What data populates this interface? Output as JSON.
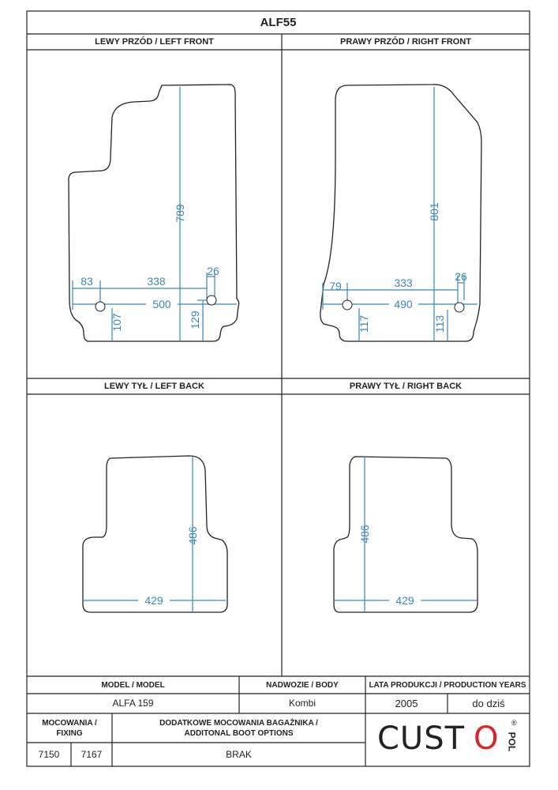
{
  "title": "ALF55",
  "sections": {
    "left_front": {
      "label": "LEWY PRZÓD / LEFT FRONT",
      "dims": {
        "length": "789",
        "width": "500",
        "hole_left_x": "83",
        "hole_span": "338",
        "hole_right_offset": "26",
        "hole_left_y": "107",
        "hole_right_y": "129"
      }
    },
    "right_front": {
      "label": "PRAWY PRZÓD / RIGHT FRONT",
      "dims": {
        "length": "801",
        "width": "490",
        "hole_left_x": "79",
        "hole_span": "333",
        "hole_right_offset": "26",
        "hole_left_y": "117",
        "hole_right_y": "113"
      }
    },
    "left_back": {
      "label": "LEWY TYŁ / LEFT BACK",
      "dims": {
        "length": "486",
        "width": "429"
      }
    },
    "right_back": {
      "label": "PRAWY TYŁ / RIGHT BACK",
      "dims": {
        "length": "486",
        "width": "429"
      }
    }
  },
  "table": {
    "model_header": "MODEL / MODEL",
    "body_header": "NADWOZIE / BODY",
    "years_header": "LATA PRODUKCJI / PRODUCTION YEARS",
    "model": "ALFA 159",
    "body": "Kombi",
    "year_from": "2005",
    "year_to": "do dziś",
    "fixing_header": "MOCOWANIA / FIXING",
    "boot_header": "DODATKOWE MOCOWANIA BAGAŻNIKA / ADDITONAL BOOT OPTIONS",
    "fixing_1": "7150",
    "fixing_2": "7167",
    "boot_value": "BRAK"
  },
  "logo": {
    "main": "CUST",
    "o": "O",
    "side": "POL",
    "mark": "®"
  },
  "colors": {
    "dimension": "#3b86b8",
    "logo_red": "#d4282d",
    "outline": "#222222"
  }
}
